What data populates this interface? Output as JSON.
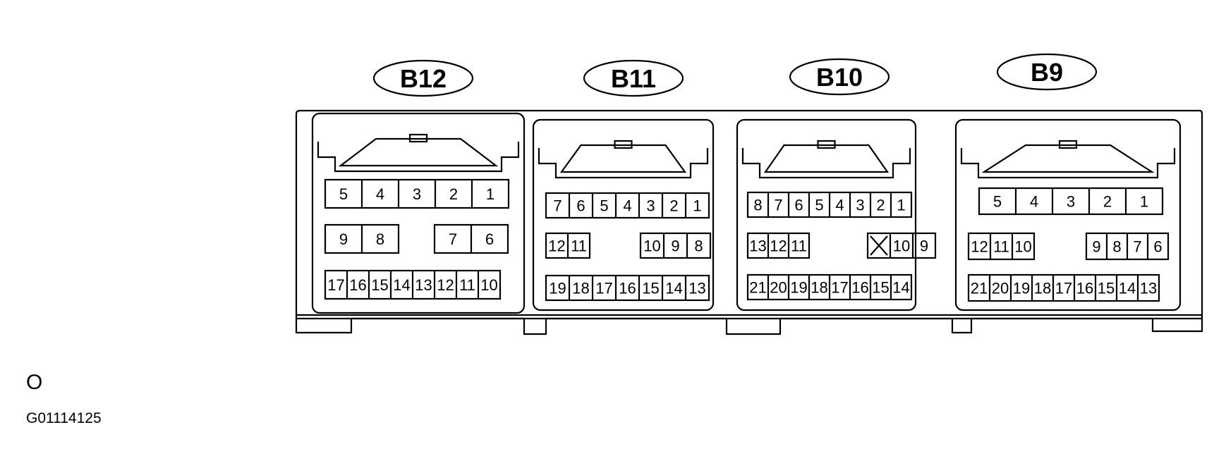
{
  "connectors": [
    {
      "label": "B12",
      "rows": [
        [
          [
            "5",
            "4",
            "3",
            "2",
            "1"
          ]
        ],
        [
          [
            "9",
            "8"
          ],
          [
            "7",
            "6"
          ]
        ],
        [
          [
            "17",
            "16",
            "15",
            "14",
            "13",
            "12",
            "11",
            "10"
          ]
        ]
      ]
    },
    {
      "label": "B11",
      "rows": [
        [
          [
            "7",
            "6",
            "5",
            "4",
            "3",
            "2",
            "1"
          ]
        ],
        [
          [
            "12",
            "11"
          ],
          [
            "10",
            "9",
            "8"
          ]
        ],
        [
          [
            "19",
            "18",
            "17",
            "16",
            "15",
            "14",
            "13"
          ]
        ]
      ]
    },
    {
      "label": "B10",
      "rows": [
        [
          [
            "8",
            "7",
            "6",
            "5",
            "4",
            "3",
            "2",
            "1"
          ]
        ],
        [
          [
            "13",
            "12",
            "11"
          ],
          [
            "",
            "10",
            "9"
          ]
        ],
        [
          [
            "21",
            "20",
            "19",
            "18",
            "17",
            "16",
            "15",
            "14"
          ]
        ]
      ]
    },
    {
      "label": "B9",
      "rows": [
        [
          [
            "5",
            "4",
            "3",
            "2",
            "1"
          ]
        ],
        [
          [
            "12",
            "11",
            "10"
          ],
          [
            "9",
            "8",
            "7",
            "6"
          ]
        ],
        [
          [
            "21",
            "20",
            "19",
            "18",
            "17",
            "16",
            "15",
            "14",
            "13"
          ]
        ]
      ]
    }
  ],
  "blocked_pin": {
    "connector": "B10",
    "note": "unused cavity marked with X"
  },
  "footer": {
    "letter": "O",
    "code": "G01114125"
  }
}
